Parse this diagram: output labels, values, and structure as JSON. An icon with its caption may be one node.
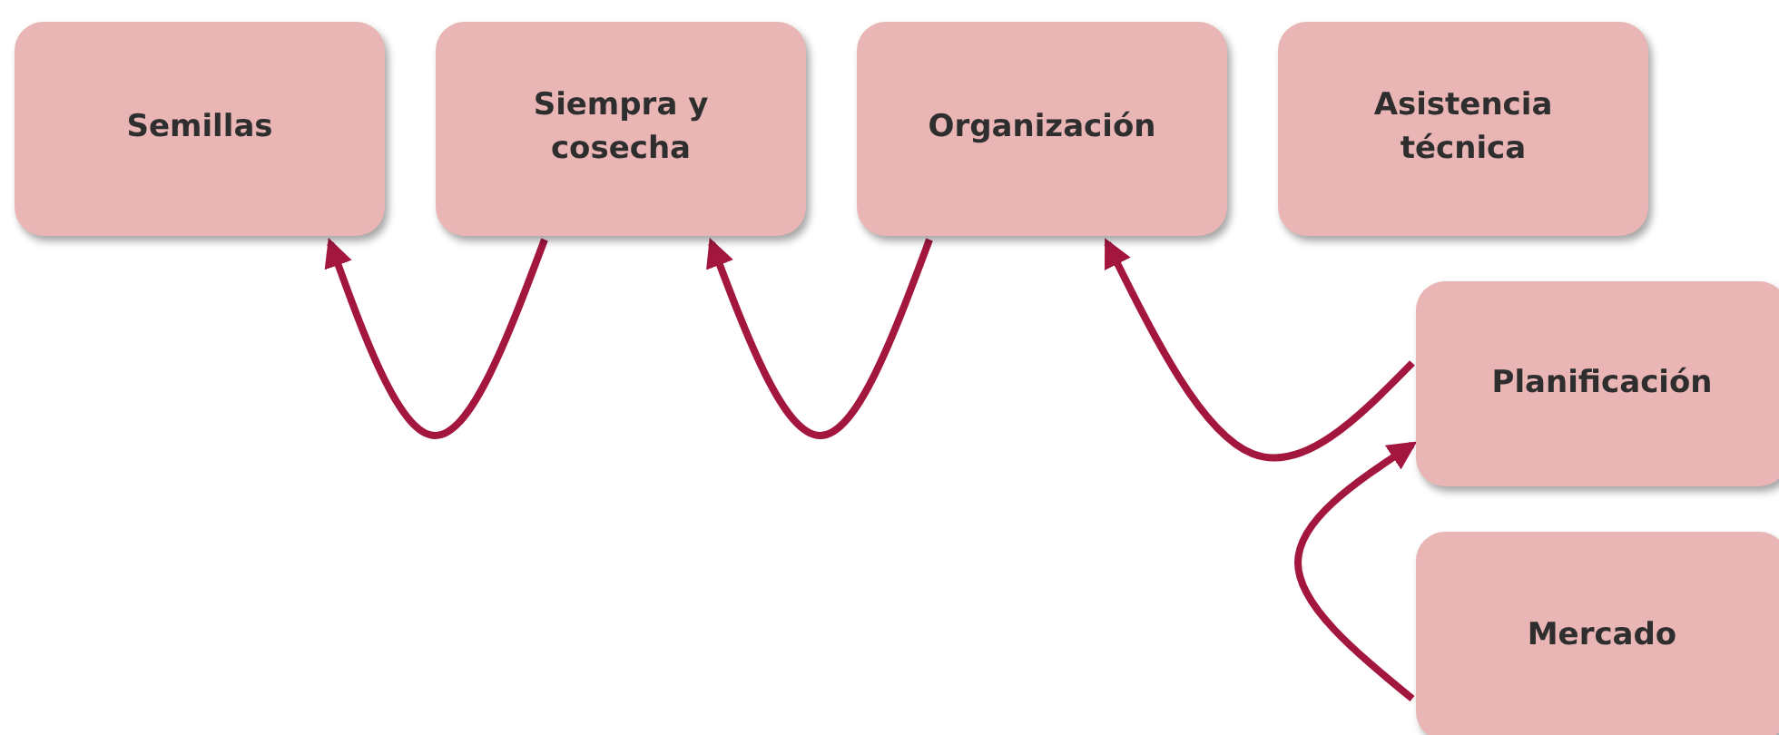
{
  "diagram": {
    "nodes": [
      {
        "text": [
          "Semillas"
        ]
      },
      {
        "text": [
          "Siempra y cosecha"
        ]
      },
      {
        "text": [
          "Organización"
        ]
      },
      {
        "text": [
          "Asistencia técnica"
        ]
      },
      {
        "text": [
          "Planificación"
        ]
      },
      {
        "text": [
          "Mercado"
        ]
      }
    ],
    "edges": [
      {
        "from": 1,
        "to": 0,
        "arrow": "to"
      },
      {
        "from": 2,
        "to": 1,
        "arrow": "to"
      },
      {
        "from": 4,
        "to": 2,
        "arrow": "to"
      },
      {
        "from": 5,
        "to": 4,
        "arrow": "to"
      }
    ]
  }
}
